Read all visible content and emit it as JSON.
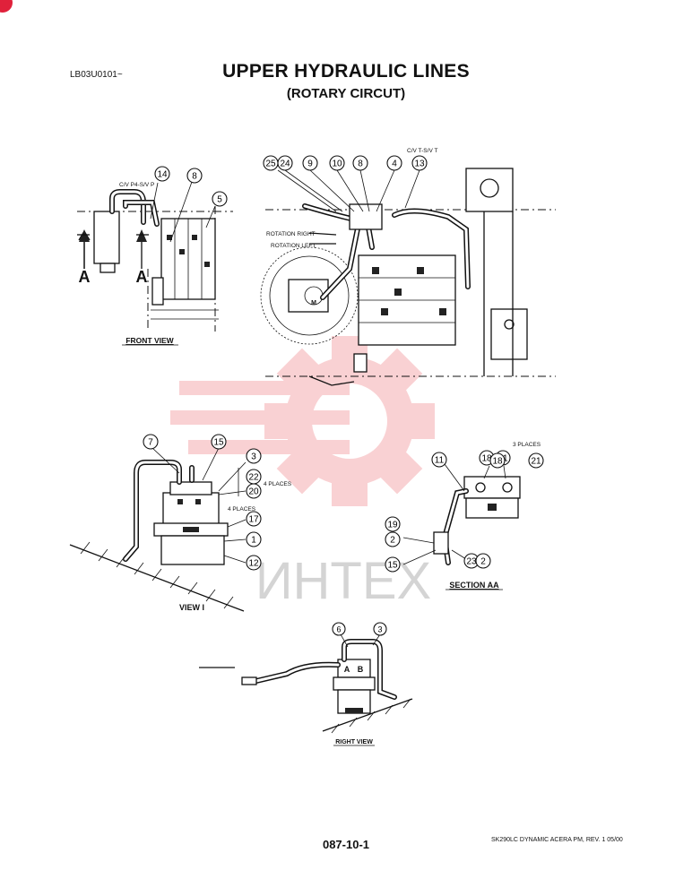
{
  "header": {
    "doc_code": "LB03U0101~",
    "title": "UPPER HYDRAULIC LINES",
    "subtitle": "(ROTARY CIRCUT)"
  },
  "footer": {
    "page_number": "087-10-1",
    "model_revision": "SK290LC DYNAMIC ACERA PM, REV. 1 05/00"
  },
  "watermark": {
    "text": "ИНТЕХ",
    "color": "#e8343c"
  },
  "views": {
    "front_view": {
      "caption": "FRONT VIEW",
      "note": "C/V P4-S/V P",
      "section_arrow_label": "A",
      "callouts": [
        "14",
        "8",
        "5"
      ]
    },
    "main_view": {
      "note": "C/V T-S/V T",
      "rotation_right": "ROTATION RIGHT",
      "rotation_left": "ROTATION LEFT",
      "motor_label": "M",
      "callouts": [
        "25",
        "24",
        "9",
        "10",
        "8",
        "4",
        "13"
      ]
    },
    "view_i": {
      "caption": "VIEW  I",
      "callouts": [
        "7",
        "15",
        "3",
        "22",
        "20",
        "17",
        "1",
        "12"
      ],
      "places_a": "4 PLACES",
      "places_b": "4 PLACES"
    },
    "section_aa": {
      "caption": "SECTION  AA",
      "places": "3 PLACES",
      "callouts": [
        "11",
        "18",
        "21",
        "18",
        "21",
        "19",
        "2",
        "15",
        "23",
        "2"
      ]
    },
    "right_view": {
      "caption": "RIGHT VIEW",
      "callouts": [
        "6",
        "3"
      ],
      "port_a": "A",
      "port_b": "B"
    }
  }
}
